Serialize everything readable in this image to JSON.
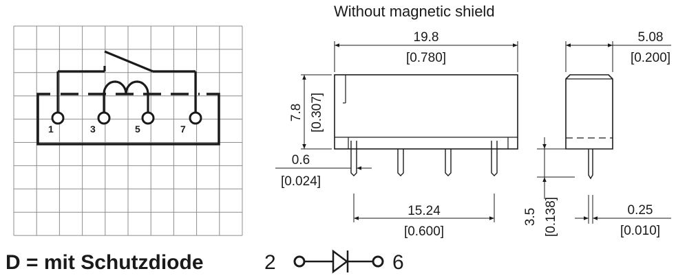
{
  "title": "Without magnetic shield",
  "schematic": {
    "pins": [
      "1",
      "3",
      "5",
      "7"
    ]
  },
  "dimensions": {
    "length": {
      "mm": "19.8",
      "in": "[0.780]"
    },
    "width": {
      "mm": "5.08",
      "in": "[0.200]"
    },
    "height": {
      "mm": "7.8",
      "in": "[0.307]"
    },
    "pin_thickness": {
      "mm": "0.6",
      "in": "[0.024]"
    },
    "pin_spacing": {
      "mm": "15.24",
      "in": "[0.600]"
    },
    "pin_length": {
      "mm": "3.5",
      "in": "[0.138]"
    },
    "pin_width": {
      "mm": "0.25",
      "in": "[0.010]"
    }
  },
  "legend": {
    "text": "D = mit Schutzdiode",
    "pin_left": "2",
    "pin_right": "6"
  }
}
